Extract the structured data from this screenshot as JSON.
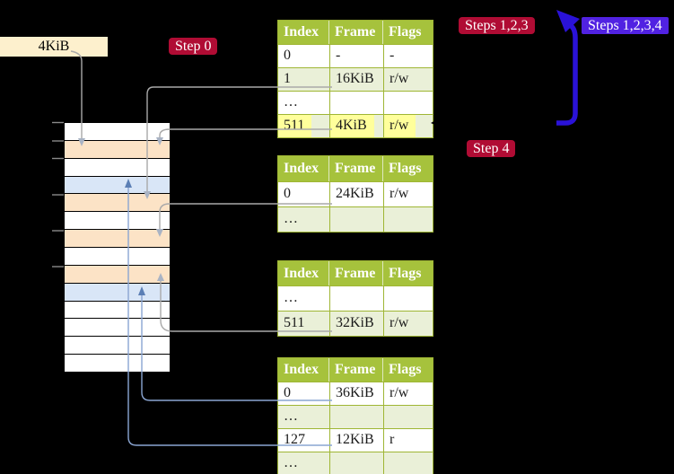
{
  "labels": {
    "frame_size": "4KiB",
    "step0": "Step 0",
    "steps123": "Steps 1,2,3",
    "steps1234": "Steps 1,2,3,4",
    "step4": "Step 4"
  },
  "colors": {
    "table_header": "#a6c23c",
    "table_border": "#9fb634",
    "table_row_alt": "#eaf0d8",
    "highlight_yellow": "#ffff9b",
    "label_red": "#b00c34",
    "label_purple": "#5122e2",
    "big_arrow_blue": "#2a12d8",
    "line_gray": "#a9a9a9",
    "arrowhead_gray": "#a9b3c4",
    "line_blue": "#8aa5d2",
    "arrowhead_blue": "#5b7fb5",
    "tick_gray": "#8a8a8a",
    "frame_box_bg": "#fdf0cd",
    "memory": {
      "white": "#ffffff",
      "orange": "#fce3c6",
      "blue": "#d9e6f7"
    }
  },
  "memory": {
    "rows": [
      "white",
      "orange",
      "white",
      "blue",
      "orange",
      "white",
      "orange",
      "white",
      "orange",
      "blue",
      "white",
      "white",
      "white",
      "white"
    ]
  },
  "tables": [
    {
      "headers": [
        "Index",
        "Frame",
        "Flags"
      ],
      "rows": [
        {
          "cells": [
            "0",
            "-",
            "-"
          ]
        },
        {
          "cells": [
            "1",
            "16KiB",
            "r/w"
          ]
        },
        {
          "cells": [
            "…",
            "",
            ""
          ]
        },
        {
          "cells": [
            "511",
            "4KiB",
            "r/w"
          ],
          "highlight": true
        }
      ]
    },
    {
      "headers": [
        "Index",
        "Frame",
        "Flags"
      ],
      "rows": [
        {
          "cells": [
            "0",
            "24KiB",
            "r/w"
          ]
        },
        {
          "cells": [
            "…",
            "",
            ""
          ]
        }
      ]
    },
    {
      "headers": [
        "Index",
        "Frame",
        "Flags"
      ],
      "rows": [
        {
          "cells": [
            "…",
            "",
            ""
          ]
        },
        {
          "cells": [
            "511",
            "32KiB",
            "r/w"
          ]
        }
      ]
    },
    {
      "headers": [
        "Index",
        "Frame",
        "Flags"
      ],
      "rows": [
        {
          "cells": [
            "0",
            "36KiB",
            "r/w"
          ]
        },
        {
          "cells": [
            "…",
            "",
            ""
          ]
        },
        {
          "cells": [
            "127",
            "12KiB",
            "r"
          ]
        },
        {
          "cells": [
            "…",
            "",
            ""
          ]
        }
      ]
    }
  ]
}
